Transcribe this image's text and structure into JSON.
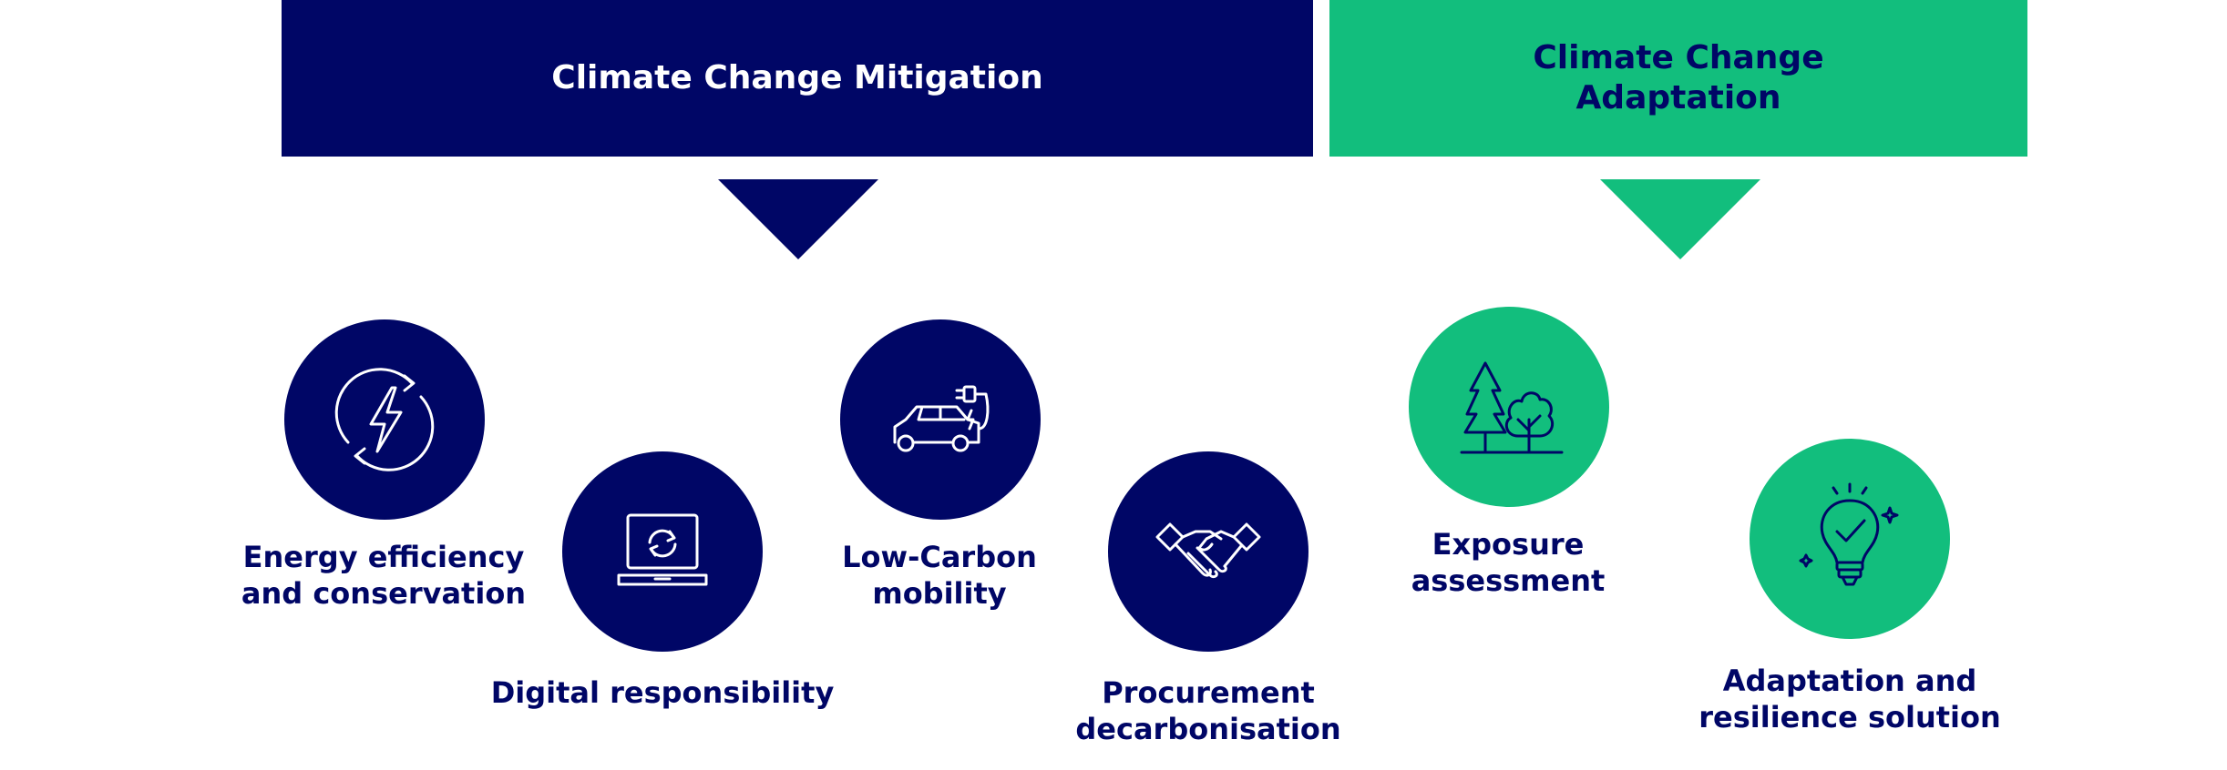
{
  "mitigation": {
    "title": "Climate Change Mitigation",
    "color": "#000666",
    "items": [
      {
        "label_line1": "Energy efficiency",
        "label_line2": "and conservation",
        "icon": "energy-cycle-icon"
      },
      {
        "label_line1": "Digital responsibility",
        "label_line2": "",
        "icon": "laptop-sync-icon"
      },
      {
        "label_line1": "Low-Carbon",
        "label_line2": "mobility",
        "icon": "electric-car-icon"
      },
      {
        "label_line1": "Procurement",
        "label_line2": "decarbonisation",
        "icon": "handshake-icon"
      }
    ]
  },
  "adaptation": {
    "title_line1": "Climate Change",
    "title_line2": "Adaptation",
    "color": "#12be7d",
    "items": [
      {
        "label_line1": "Exposure",
        "label_line2": "assessment",
        "icon": "trees-icon"
      },
      {
        "label_line1": "Adaptation and",
        "label_line2": "resilience solution",
        "icon": "lightbulb-check-icon"
      }
    ]
  }
}
